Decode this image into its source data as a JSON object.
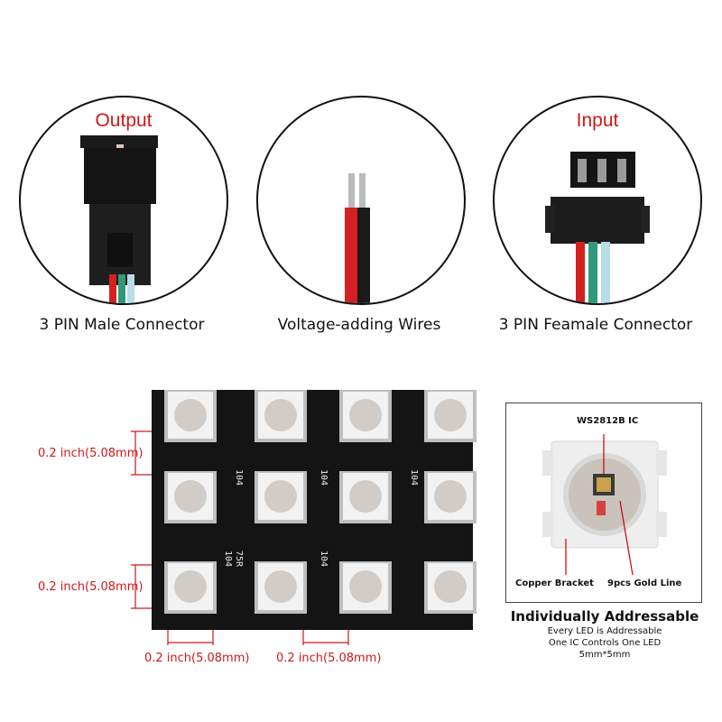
{
  "connectors": {
    "output_label": "Output",
    "input_label": "Input",
    "male_caption": "3 PIN Male Connector",
    "wires_caption": "Voltage-adding Wires",
    "female_caption": "3 PIN Feamale Connector"
  },
  "pcb": {
    "silkscreen": [
      "104",
      "104",
      "104",
      "104",
      "75R",
      "104"
    ],
    "dim_left_top": "0.2 inch(5.08mm)",
    "dim_left_bottom": "0.2 inch(5.08mm)",
    "dim_bottom_left": "0.2 inch(5.08mm)",
    "dim_bottom_right": "0.2 inch(5.08mm)"
  },
  "chip": {
    "ic_label": "WS2812B IC",
    "bracket_label": "Copper Bracket",
    "gold_label": "9pcs Gold Line",
    "title": "Individually Addressable",
    "line1": "Every LED is Addressable",
    "line2": "One IC Controls One LED",
    "line3": "5mm*5mm"
  },
  "colors": {
    "label_red": "#d01818",
    "pcb_black": "#141414",
    "wire_red": "#d42020",
    "wire_green": "#2f9a7a",
    "wire_blue": "#b8dce8"
  }
}
